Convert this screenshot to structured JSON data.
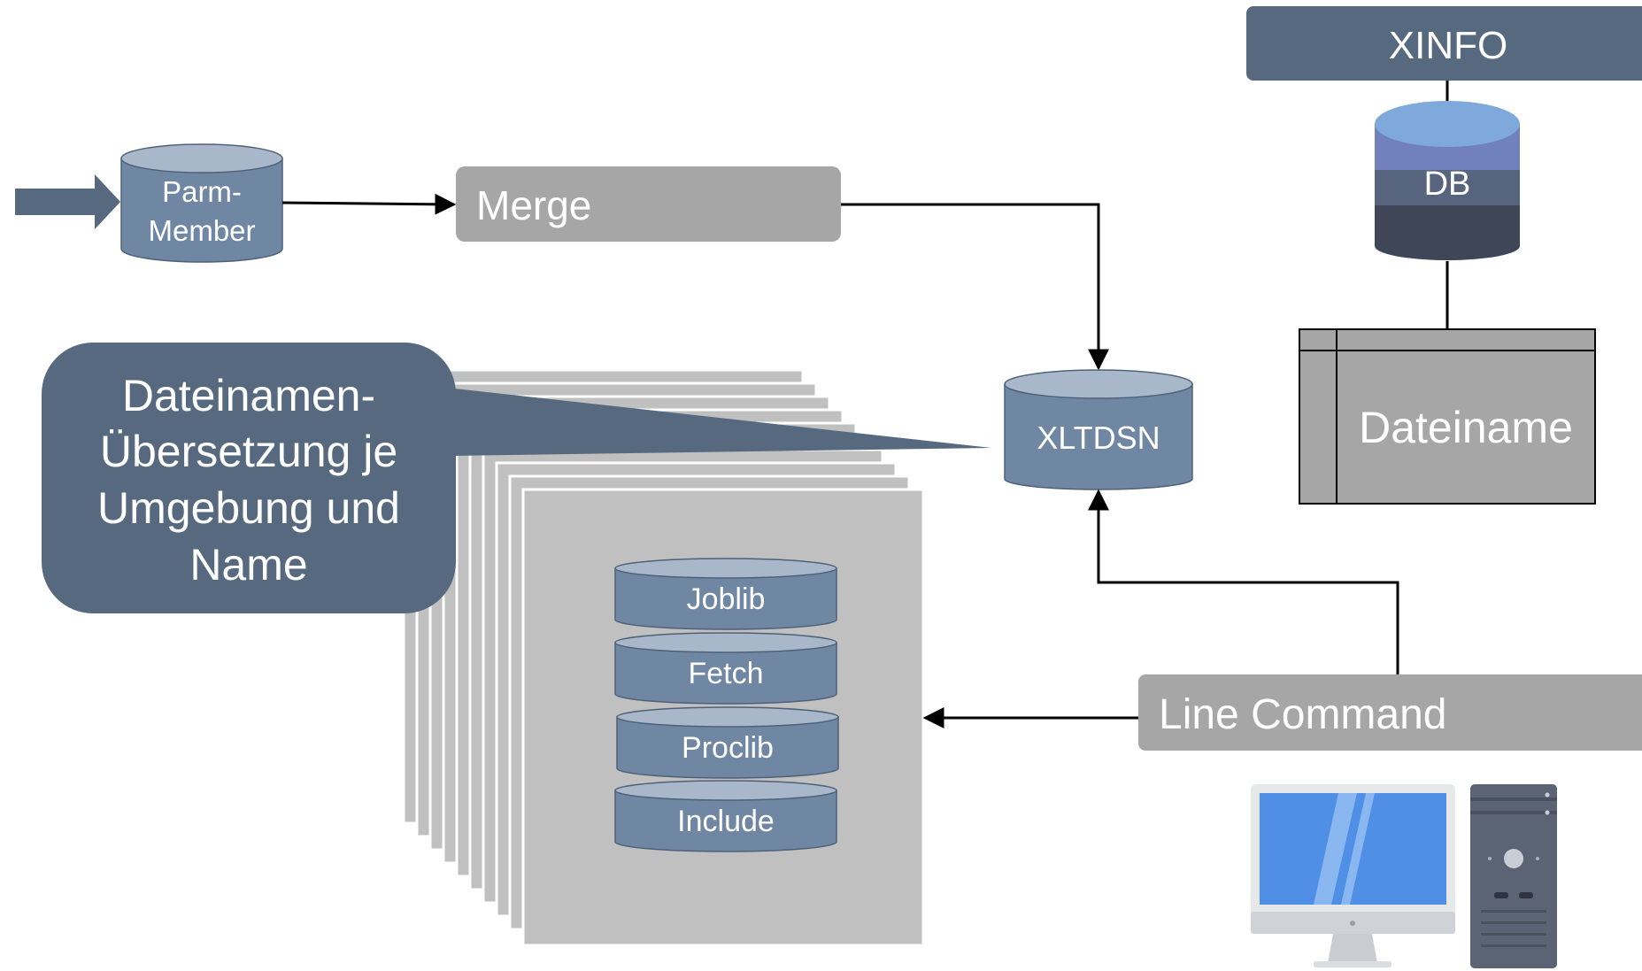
{
  "colors": {
    "slate": "#56697f",
    "cylinder_body": "#6f87a3",
    "cylinder_top": "#a8b8ca",
    "gray_box": "#a6a6a6",
    "stack_sheet": "#c0c0c0",
    "db_top": "#7fa9da",
    "db_band1": "#7081bd",
    "db_band2": "#56657d",
    "db_band3": "#3e4657",
    "line": "#000000"
  },
  "nodes": {
    "xinfo": "XINFO",
    "db": "DB",
    "parm_member_line1": "Parm-",
    "parm_member_line2": "Member",
    "merge": "Merge",
    "xltdsn": "XLTDSN",
    "dateiname": "Dateiname",
    "line_command": "Line Command",
    "libraries": [
      "Joblib",
      "Fetch",
      "Proclib",
      "Include"
    ]
  },
  "callout": {
    "lines": [
      "Dateinamen-",
      "Übersetzung je",
      "Umgebung und",
      "Name"
    ]
  },
  "icons": {
    "input_arrow": "right-arrow-icon",
    "workstation": "computer-icon"
  }
}
